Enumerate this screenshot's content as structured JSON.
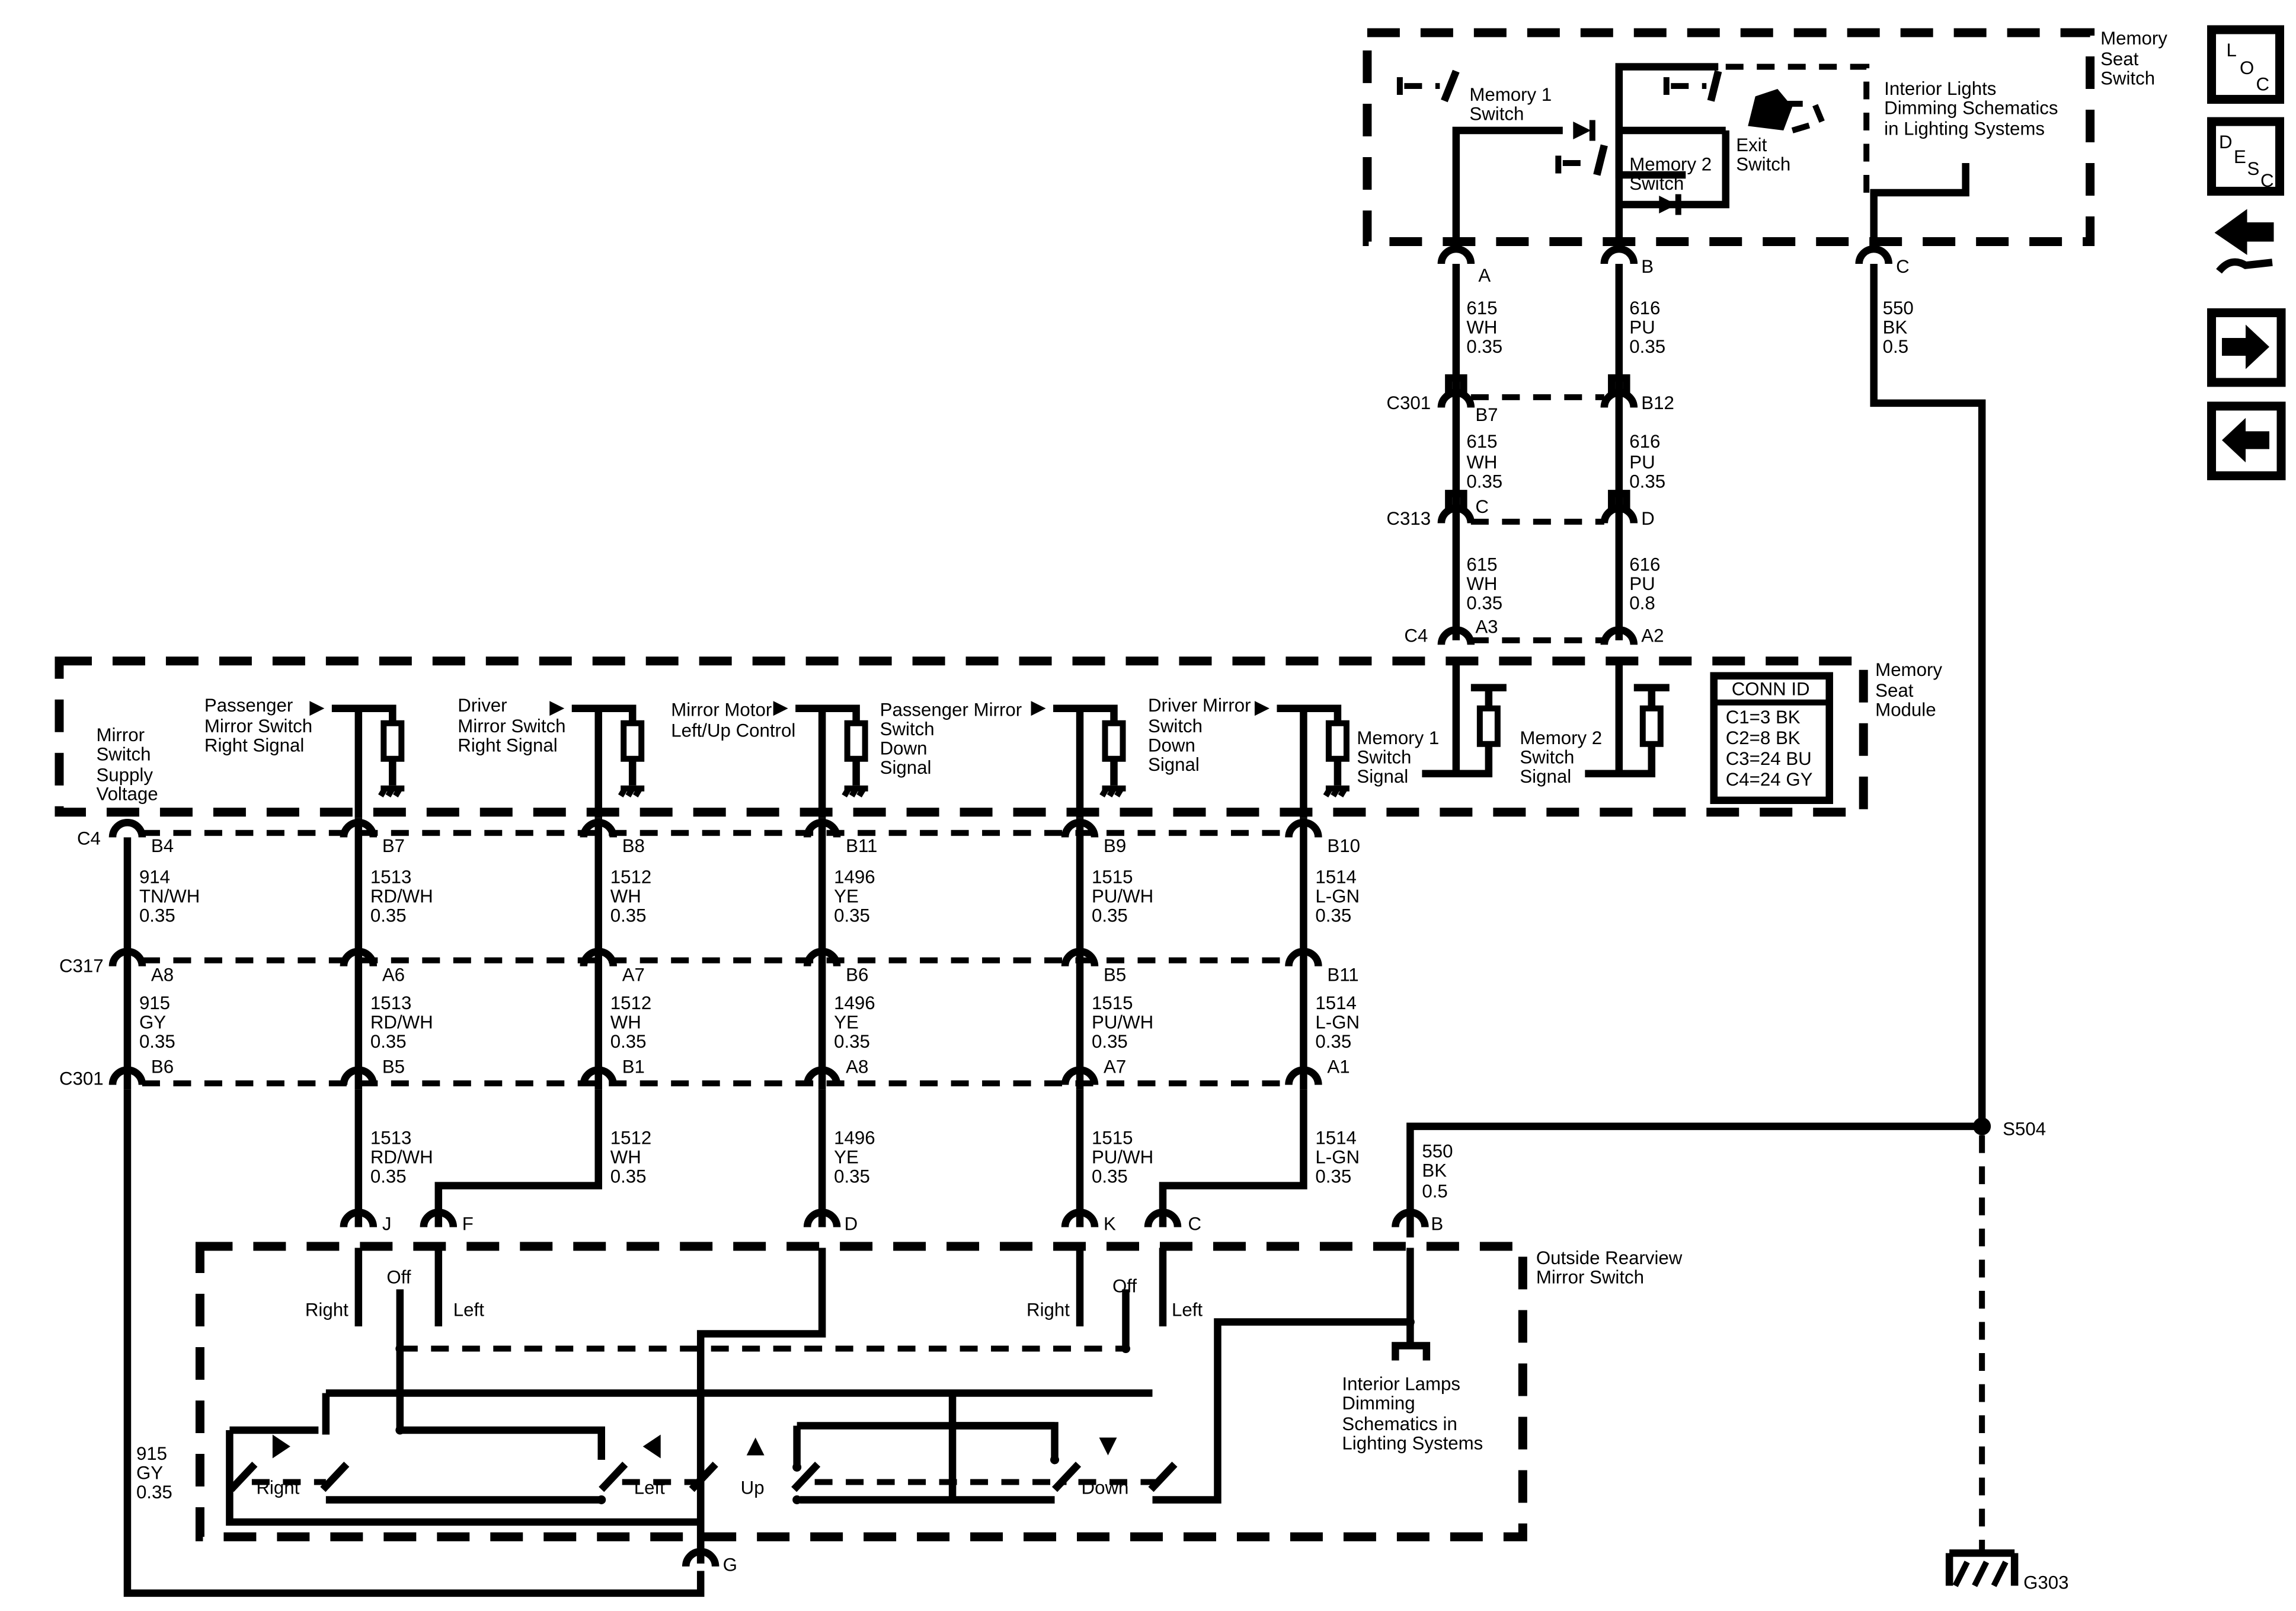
{
  "nav": {
    "loc": {
      "l": "L",
      "o": "O",
      "c": "C"
    },
    "desc": {
      "d": "D",
      "e": "E",
      "s": "S",
      "c": "C"
    }
  },
  "seat_switch": {
    "title": [
      "Memory",
      "Seat",
      "Switch"
    ],
    "memory1": [
      "Memory 1",
      "Switch"
    ],
    "memory2": [
      "Memory 2",
      "Switch"
    ],
    "exit": [
      "Exit",
      "Switch"
    ],
    "dimming": [
      "Interior Lights",
      "Dimming Schematics",
      "in Lighting Systems"
    ],
    "pins": {
      "a": "A",
      "b": "B",
      "c": "C"
    }
  },
  "upper_wires": {
    "a1": [
      "615",
      "WH",
      "0.35"
    ],
    "b1": [
      "616",
      "PU",
      "0.35"
    ],
    "c1": [
      "550",
      "BK",
      "0.5"
    ],
    "a2": [
      "615",
      "WH",
      "0.35"
    ],
    "b2": [
      "616",
      "PU",
      "0.35"
    ],
    "a3": [
      "615",
      "WH",
      "0.35"
    ],
    "b3": [
      "616",
      "PU",
      "0.8"
    ]
  },
  "connectors": {
    "c301": "C301",
    "c313": "C313",
    "c4": "C4",
    "c317": "C317",
    "c301_pins": {
      "left": "B7",
      "right": "B12"
    },
    "c313_pins": {
      "left": "C",
      "right": "D"
    },
    "c4_pins": {
      "left": "A3",
      "right": "A2"
    }
  },
  "module": {
    "title": [
      "Memory",
      "Seat",
      "Module"
    ],
    "conn_id": {
      "title": "CONN ID",
      "rows": [
        "C1=3 BK",
        "C2=8 BK",
        "C3=24 BU",
        "C4=24 GY"
      ]
    },
    "labels": {
      "supply": [
        "Mirror",
        "Switch",
        "Supply",
        "Voltage"
      ],
      "pass_right": [
        "Passenger",
        "Mirror Switch",
        "Right Signal"
      ],
      "drv_right": [
        "Driver",
        "Mirror Switch",
        "Right Signal"
      ],
      "motor": [
        "Mirror Motor",
        "Left/Up Control"
      ],
      "pass_down": [
        "Passenger Mirror",
        "Switch",
        "Down",
        "Signal"
      ],
      "drv_down": [
        "Driver Mirror",
        "Switch",
        "Down",
        "Signal"
      ],
      "mem1": [
        "Memory 1",
        "Switch",
        "Signal"
      ],
      "mem2": [
        "Memory 2",
        "Switch",
        "Signal"
      ]
    }
  },
  "lower_pins": {
    "c4": [
      "B4",
      "B7",
      "B8",
      "B11",
      "B9",
      "B10"
    ],
    "c317": [
      "A8",
      "A6",
      "A7",
      "B6",
      "B5",
      "B11"
    ],
    "c301": [
      "B6",
      "B5",
      "B1",
      "A8",
      "A7",
      "A1"
    ]
  },
  "lower_wires": {
    "row1": [
      [
        "914",
        "TN/WH",
        "0.35"
      ],
      [
        "1513",
        "RD/WH",
        "0.35"
      ],
      [
        "1512",
        "WH",
        "0.35"
      ],
      [
        "1496",
        "YE",
        "0.35"
      ],
      [
        "1515",
        "PU/WH",
        "0.35"
      ],
      [
        "1514",
        "L-GN",
        "0.35"
      ]
    ],
    "row2": [
      [
        "915",
        "GY",
        "0.35"
      ],
      [
        "1513",
        "RD/WH",
        "0.35"
      ],
      [
        "1512",
        "WH",
        "0.35"
      ],
      [
        "1496",
        "YE",
        "0.35"
      ],
      [
        "1515",
        "PU/WH",
        "0.35"
      ],
      [
        "1514",
        "L-GN",
        "0.35"
      ]
    ],
    "row3": [
      [
        "1513",
        "RD/WH",
        "0.35"
      ],
      [
        "1512",
        "WH",
        "0.35"
      ],
      [
        "1496",
        "YE",
        "0.35"
      ],
      [
        "1515",
        "PU/WH",
        "0.35"
      ],
      [
        "1514",
        "L-GN",
        "0.35"
      ]
    ],
    "ground_feed": [
      "550",
      "BK",
      "0.5"
    ],
    "return": [
      "915",
      "GY",
      "0.35"
    ]
  },
  "splice": "S504",
  "ground": "G303",
  "mirror_switch": {
    "title": [
      "Outside Rearview",
      "Mirror Switch"
    ],
    "pins": {
      "j": "J",
      "f": "F",
      "d": "D",
      "k": "K",
      "c": "C",
      "b": "B",
      "g": "G"
    },
    "labels": {
      "right": "Right",
      "off": "Off",
      "left": "Left",
      "up": "Up",
      "down": "Down"
    },
    "dimming": [
      "Interior Lamps",
      "Dimming",
      "Schematics in",
      "Lighting Systems"
    ]
  },
  "icons": {
    "loc": "location-icon",
    "desc": "description-icon",
    "tools": "diagnostic-tools-icon",
    "next": "arrow-right-icon",
    "prev": "arrow-left-icon"
  }
}
